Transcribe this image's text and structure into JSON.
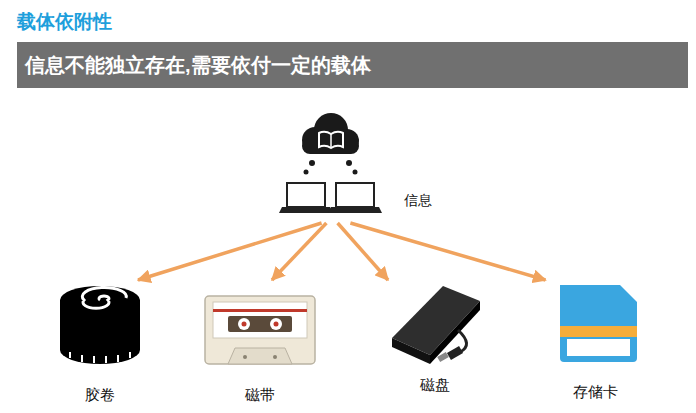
{
  "diagram": {
    "title": "载体依附性",
    "nodes": [
      {
        "text": [
          "信息不能独立存在,需要依付一定的载体"
        ]
      },
      {
        "text": [
          "信息"
        ]
      },
      {
        "text": [
          "胶卷"
        ]
      },
      {
        "text": [
          "磁带"
        ]
      },
      {
        "text": [
          "磁盘"
        ]
      },
      {
        "text": [
          "存储卡"
        ]
      }
    ],
    "edges": [
      {
        "from": 1,
        "to": 2,
        "arrow": "to"
      },
      {
        "from": 1,
        "to": 3,
        "arrow": "to"
      },
      {
        "from": 1,
        "to": 4,
        "arrow": "to"
      },
      {
        "from": 1,
        "to": 5,
        "arrow": "to"
      }
    ]
  }
}
